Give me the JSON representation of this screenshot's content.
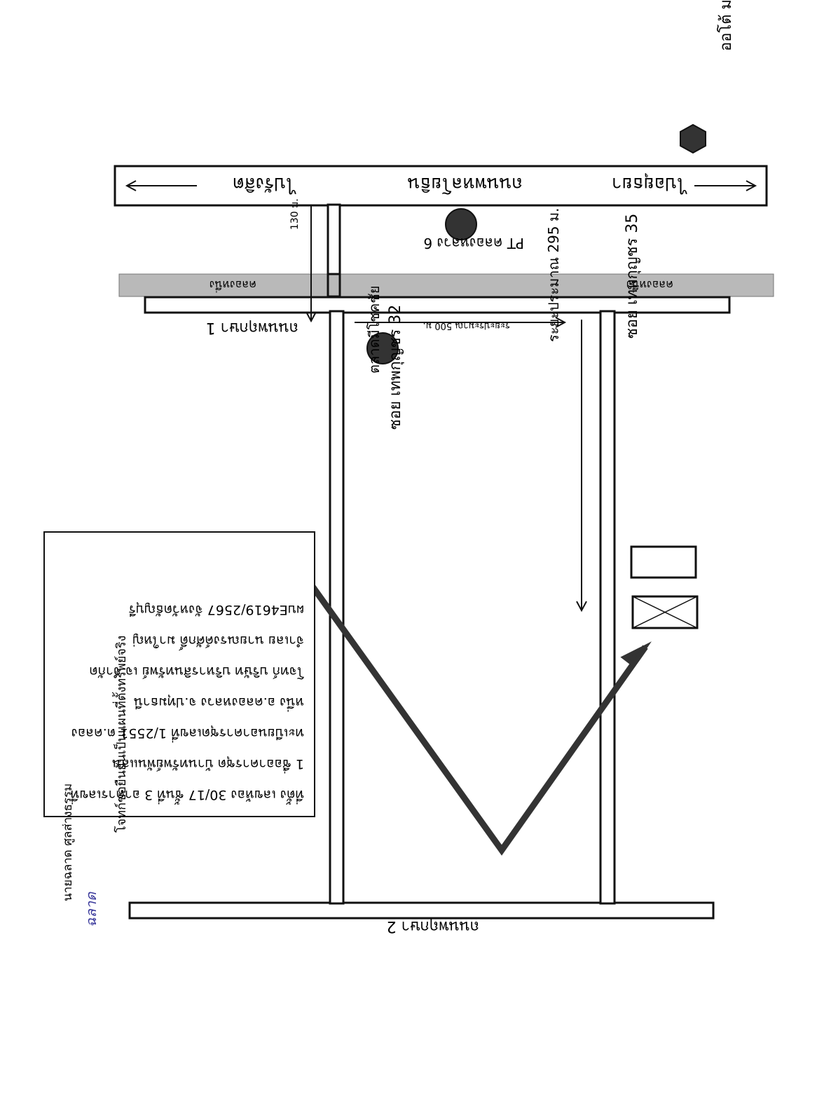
{
  "roads": {
    "main_road": "ถนนพหลโยธิน",
    "to_left": "ไปรังสิต",
    "to_right": "ไปอยุธยา",
    "canal_left": "คลองหนึ่ง",
    "canal_right": "คลองหนึ่ง",
    "road1": "ถนนพฤกษา 1",
    "road2": "ถนนพฤกษา 2",
    "soi32": "ซอย เทพกุญชร 32",
    "soi35": "ซอย เทพกุญชร 35"
  },
  "landmarks": {
    "auto_mall": "ออโต้ มอลล์",
    "pt_station": "PT คลองหลวง 6",
    "market": "ตลาดมีโชคชัย"
  },
  "distances": {
    "d130": "130 ม.",
    "d500": "ระยะประมาณ  500 ม.",
    "d295": "ระยะประมาณ  295  ม."
  },
  "info_box": {
    "lines": [
      "ที่ตั้ง  เลขห้อง 30/17 ชั้นที่ 3 อาคารเลขที่",
      "1 ชื่ออาคารชุด บ้านทรัพย์พันแสน",
      "ทะเบียนอาคารชุดเลขที่ 1/2551 ต.คลอง",
      "หนึ่ง อ.คลองหลวง จ.ปทุมธานี",
      "โจทก์ บริษัท บริหารสินทรัพย์  เจ จำกัด",
      "จำเลย นายณรงค์ศักดิ์ มาใหญ่",
      "ผบE4619/2567  จังหวัดธัญบุรี"
    ]
  },
  "certification": {
    "statement": "โจทก์ขอยืนยันเป็นแผนที่ตั้งทรัพย์จริง",
    "signature": "ฉลาด",
    "signer": "นายฉลาด  ศูลส่างธรรม"
  }
}
